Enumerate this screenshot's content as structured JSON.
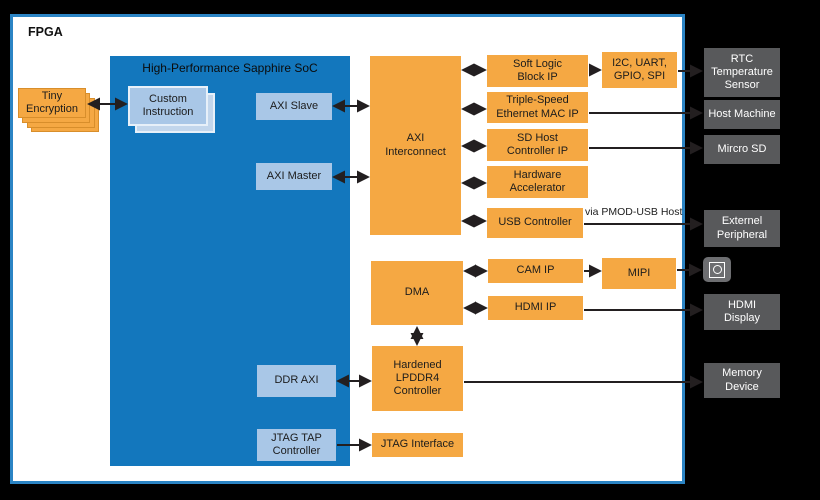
{
  "labels": {
    "fpga": "FPGA",
    "soc_title": "High-Performance Sapphire SoC",
    "tiny_encryption": "Tiny\nEncryption",
    "custom_instruction": "Custom\nInstruction",
    "axi_slave": "AXI Slave",
    "axi_master": "AXI Master",
    "ddr_axi": "DDR AXI",
    "jtag_tap": "JTAG TAP\nController",
    "axi_interconnect": "AXI\nInterconnect",
    "soft_logic": "Soft Logic\nBlock IP",
    "ethernet": "Triple-Speed\nEthernet MAC IP",
    "sd_host": "SD Host\nController IP",
    "hw_accel": "Hardware\nAccelerator",
    "usb": "USB Controller",
    "i2c_uart": "I2C, UART,\nGPIO, SPI",
    "dma": "DMA",
    "cam_ip": "CAM IP",
    "hdmi_ip": "HDMI IP",
    "mipi": "MIPI",
    "lpddr4": "Hardened\nLPDDR4\nController",
    "jtag_interface": "JTAG Interface",
    "via_pmod": "via PMOD-USB Host",
    "rtc_sensor": "RTC\nTemperature\nSensor",
    "host_machine": "Host Machine",
    "micro_sd": "Mircro SD",
    "external_peripheral": "Externel\nPeripheral",
    "hdmi_display": "HDMI\nDisplay",
    "memory_device": "Memory\nDevice"
  },
  "colors": {
    "block_orange": "#F5A843",
    "orange_border": "#D88E2B",
    "soc_blue": "#1377BD",
    "light_blue": "#A9C7E7",
    "light_blue_shadow": "#C2D6EC",
    "gray_box": "#58595B",
    "camera_icon_bg": "#6D6E71",
    "fpga_border": "#2B84C4",
    "arrow": "#231F20",
    "background": "#000000"
  }
}
